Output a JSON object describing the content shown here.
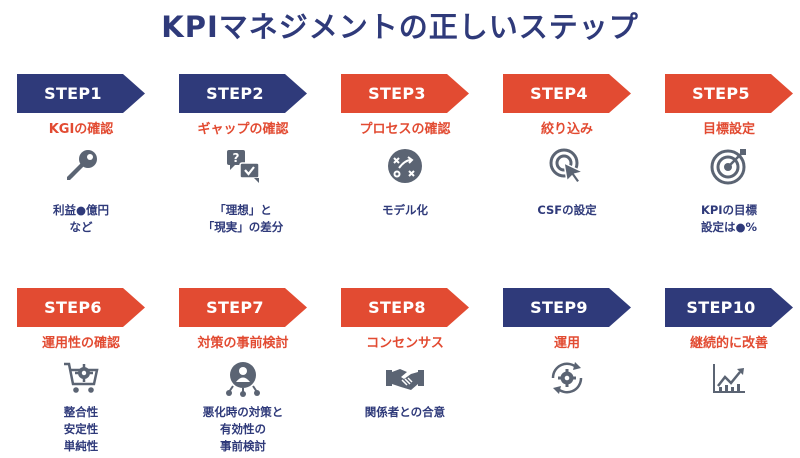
{
  "title": "KPIマネジメントの正しいステップ",
  "colors": {
    "navy": "#2f3a7a",
    "red": "#e24b32",
    "icon": "#5b6473"
  },
  "steps": [
    {
      "label": "STEP1",
      "color": "#2f3a7a",
      "title": "KGIの確認",
      "icon": "key-icon",
      "desc": "利益●億円\nなど"
    },
    {
      "label": "STEP2",
      "color": "#2f3a7a",
      "title": "ギャップの確認",
      "icon": "question-check-chat-icon",
      "desc": "「理想」と\n「現実」の差分"
    },
    {
      "label": "STEP3",
      "color": "#e24b32",
      "title": "プロセスの確認",
      "icon": "strategy-play-icon",
      "desc": "モデル化"
    },
    {
      "label": "STEP4",
      "color": "#e24b32",
      "title": "絞り込み",
      "icon": "target-cursor-icon",
      "desc": "CSFの設定"
    },
    {
      "label": "STEP5",
      "color": "#e24b32",
      "title": "目標設定",
      "icon": "bullseye-arrow-icon",
      "desc": "KPIの目標\n設定は●%"
    },
    {
      "label": "STEP6",
      "color": "#e24b32",
      "title": "運用性の確認",
      "icon": "cart-gear-icon",
      "desc": "整合性\n安定性\n単純性"
    },
    {
      "label": "STEP7",
      "color": "#e24b32",
      "title": "対策の事前検討",
      "icon": "team-network-icon",
      "desc": "悪化時の対策と\n有効性の\n事前検討"
    },
    {
      "label": "STEP8",
      "color": "#e24b32",
      "title": "コンセンサス",
      "icon": "handshake-icon",
      "desc": "関係者との合意"
    },
    {
      "label": "STEP9",
      "color": "#2f3a7a",
      "title": "運用",
      "icon": "cycle-gear-icon",
      "desc": ""
    },
    {
      "label": "STEP10",
      "color": "#2f3a7a",
      "title": "継続的に改善",
      "icon": "growth-chart-icon",
      "desc": ""
    }
  ]
}
